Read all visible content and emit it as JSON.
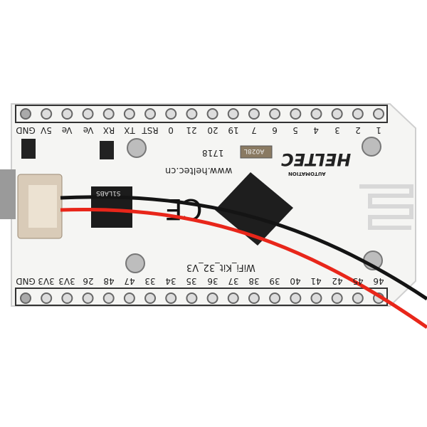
{
  "board": {
    "model_label": "WiFi_Kit_32_V3",
    "website": "www.heltec.cn",
    "brand": "HELTEC",
    "brand_sub": "AUTOMATION",
    "chip_label": "S1LABS",
    "cert_mark": "CE",
    "crystal_label": "A028L",
    "date_code": "1718",
    "top_pins": [
      "GND",
      "5V",
      "Ve",
      "Ve",
      "RX",
      "TX",
      "RST",
      "0",
      "21",
      "20",
      "19",
      "7",
      "6",
      "5",
      "4",
      "3",
      "2",
      "1"
    ],
    "bottom_pins": [
      "GND",
      "3V3",
      "3V3",
      "26",
      "48",
      "47",
      "33",
      "34",
      "35",
      "36",
      "37",
      "38",
      "39",
      "40",
      "41",
      "42",
      "45",
      "46"
    ]
  },
  "colors": {
    "board": "#f4f4f2",
    "wire_red": "#e8261a",
    "wire_black": "#141414",
    "silk": "#222222"
  }
}
